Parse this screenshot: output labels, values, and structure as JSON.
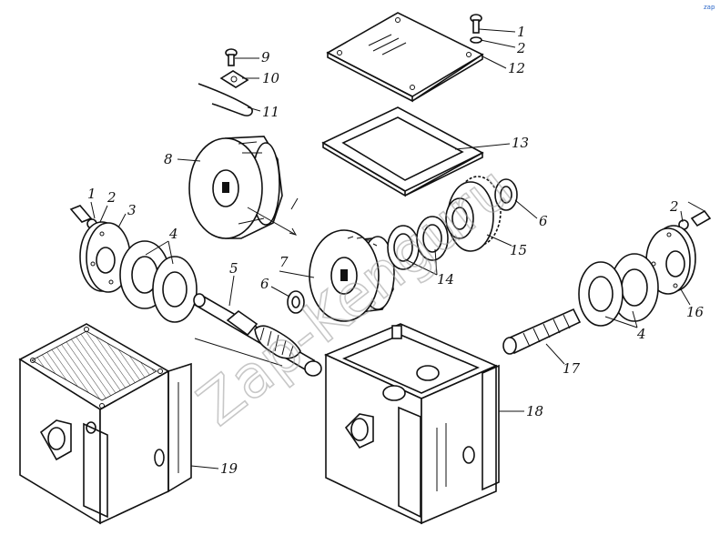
{
  "labels": {
    "l1a": "1",
    "l2a": "2",
    "l12": "12",
    "l9": "9",
    "l10": "10",
    "l11": "11",
    "l13": "13",
    "l8": "8",
    "l6a": "6",
    "l1b": "1",
    "l2b": "2",
    "l3": "3",
    "l4a": "4",
    "l7": "7",
    "l5": "5",
    "l6b": "6",
    "l14": "14",
    "l15": "15",
    "l2c": "2",
    "l4b": "4",
    "l16": "16",
    "l17": "17",
    "l18": "18",
    "l19": "19"
  },
  "watermark": "Zap-Kenguru",
  "corner_mark": "zap"
}
